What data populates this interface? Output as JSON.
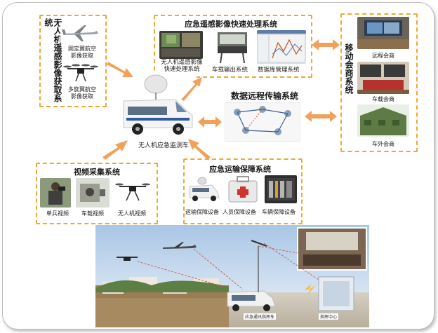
{
  "uav_acquisition": {
    "title": "无人机遥感影像获取系统",
    "fixed_wing": "固定翼航空\n影像获取",
    "multi_rotor": "多旋翼航空\n影像获取"
  },
  "rapid_processing": {
    "title": "应急遥感影像快速处理系统",
    "items": [
      "无人机遥感影像\n快速处理系统",
      "车载输出系统",
      "数据库管理系统"
    ]
  },
  "mobile_consult": {
    "title": "移动会商系统",
    "items": [
      "远程会商",
      "车载会商",
      "车外会商"
    ]
  },
  "vehicle": {
    "label": "无人机应急监测车"
  },
  "data_transfer": {
    "title": "数据远程传输系统"
  },
  "video": {
    "title": "视频采集系统",
    "items": [
      "单兵视频",
      "车载视频",
      "无人机视频"
    ]
  },
  "transport": {
    "title": "应急运输保障系统",
    "items": [
      "运输保障设备",
      "人员保障设备",
      "车辆保障设备"
    ]
  },
  "scene": {
    "vehicle_tag": "应急通讯指挥车",
    "center_tag": "指挥中心"
  },
  "colors": {
    "dashed_border": "#f0a830",
    "arrow": "#f2a15a"
  }
}
